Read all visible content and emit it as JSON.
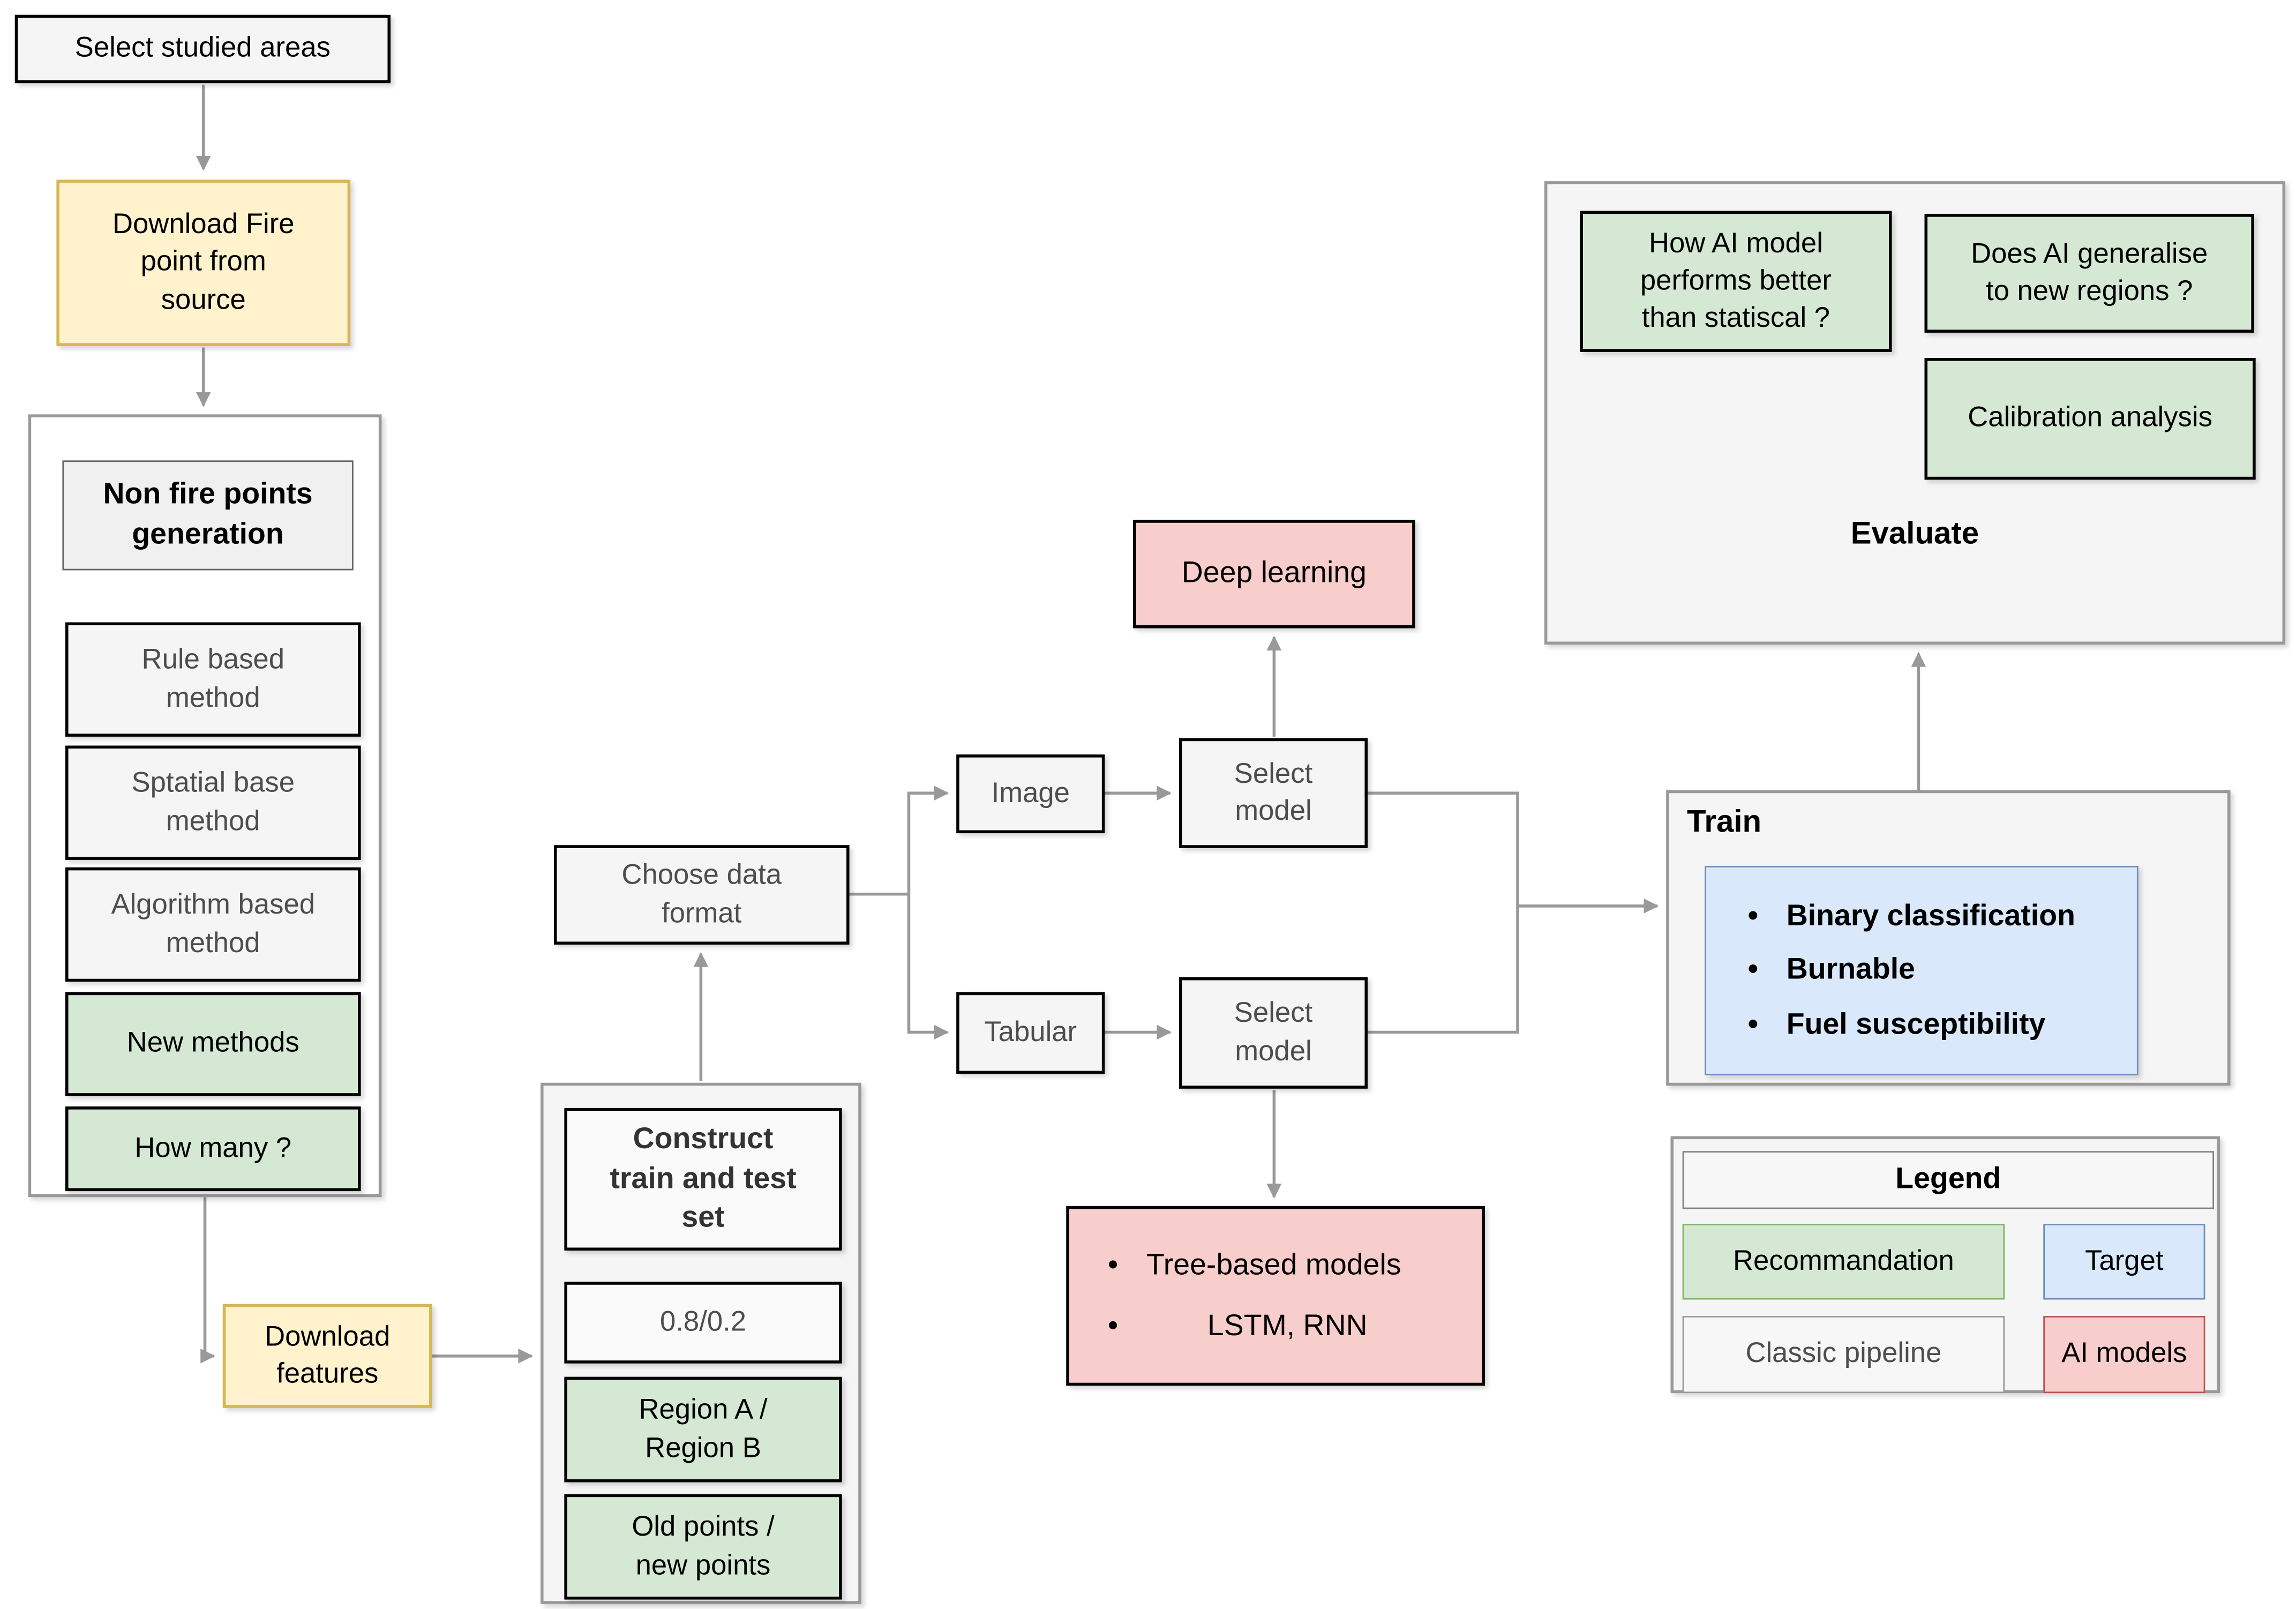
{
  "palette": {
    "classic_fill": "#f5f5f5",
    "classic_border": "#000000",
    "recommendation_fill": "#d5e8d4",
    "recommendation_border": "#82b366",
    "target_fill": "#dae8fc",
    "target_border": "#6c8ebf",
    "ai_models_fill": "#f8cecc",
    "ai_models_border": "#b85450",
    "source_fill": "#fff2cc",
    "source_border": "#d6b656",
    "connector": "#999999"
  },
  "glyphs": {
    "bullet": "•"
  },
  "flow": {
    "select_studied_areas": "Select studied areas",
    "download_fire": "Download Fire\npoint from\nsource",
    "download_features": "Download\nfeatures",
    "choose_data_format": "Choose data\nformat",
    "image": "Image",
    "tabular": "Tabular",
    "select_model_image": "Select\nmodel",
    "select_model_tabular": "Select\nmodel",
    "deep_learning": "Deep learning"
  },
  "non_fire": {
    "title": "Non fire points\ngeneration",
    "items": [
      "Rule based\nmethod",
      "Sptatial base\nmethod",
      "Algorithm based\nmethod",
      "New methods",
      "How many ?"
    ]
  },
  "construct": {
    "title": "Construct\ntrain and test\nset",
    "items": [
      "0.8/0.2",
      "Region A /\nRegion B",
      "Old points /\nnew points"
    ]
  },
  "models": {
    "items": [
      "Tree-based models",
      "LSTM, RNN"
    ]
  },
  "train": {
    "title": "Train",
    "items": [
      "Binary classification",
      "Burnable",
      "Fuel susceptibility"
    ]
  },
  "evaluate": {
    "title": "Evaluate",
    "questions": [
      "How AI model\nperforms better\nthan statiscal ?",
      "Does AI generalise\nto new regions ?",
      "Calibration analysis"
    ]
  },
  "legend": {
    "title": "Legend",
    "items": [
      {
        "label": "Recommandation",
        "fill": "#d5e8d4"
      },
      {
        "label": "Target",
        "fill": "#dae8fc"
      },
      {
        "label": "Classic pipeline",
        "fill": "#f5f5f5"
      },
      {
        "label": "AI models",
        "fill": "#f8cecc"
      }
    ]
  }
}
